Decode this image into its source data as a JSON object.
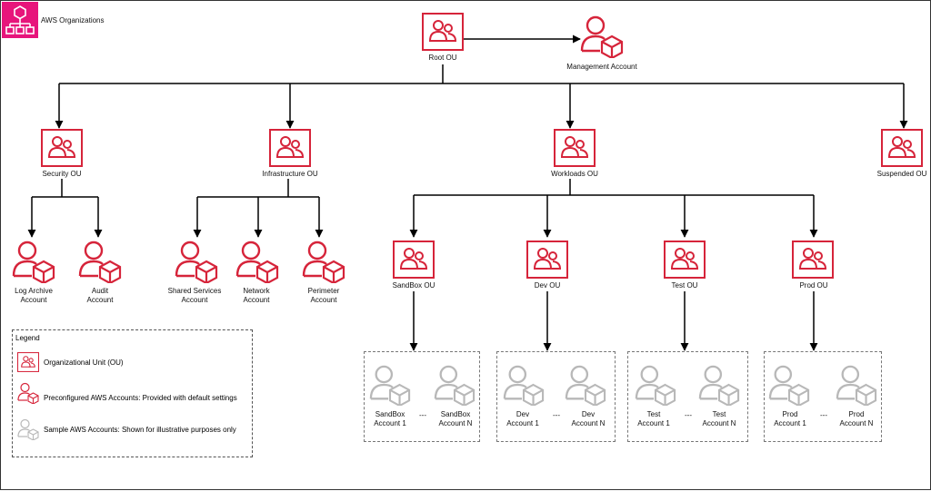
{
  "header": {
    "service_label": "AWS Organizations"
  },
  "colors": {
    "ou_red": "#d6243a",
    "sample_gray": "#b8b8b8",
    "brand_pink": "#e7157b"
  },
  "nodes": {
    "root": "Root OU",
    "management": "Management Account",
    "security": "Security OU",
    "infrastructure": "Infrastructure OU",
    "workloads": "Workloads OU",
    "suspended": "Suspended OU",
    "log_archive": [
      "Log Archive",
      "Account"
    ],
    "audit": [
      "Audit",
      "Account"
    ],
    "shared_services": [
      "Shared Services",
      "Account"
    ],
    "network": [
      "Network",
      "Account"
    ],
    "perimeter": [
      "Perimeter",
      "Account"
    ],
    "sandbox_ou": "SandBox OU",
    "dev_ou": "Dev OU",
    "test_ou": "Test OU",
    "prod_ou": "Prod OU"
  },
  "samples": {
    "sandbox": {
      "first": [
        "SandBox",
        "Account 1"
      ],
      "sep": "---",
      "last": [
        "SandBox",
        "Account N"
      ]
    },
    "dev": {
      "first": [
        "Dev",
        "Account 1"
      ],
      "sep": "---",
      "last": [
        "Dev",
        "Account N"
      ]
    },
    "test": {
      "first": [
        "Test",
        "Account 1"
      ],
      "sep": "---",
      "last": [
        "Test",
        "Account N"
      ]
    },
    "prod": {
      "first": [
        "Prod",
        "Account 1"
      ],
      "sep": "---",
      "last": [
        "Prod",
        "Account N"
      ]
    }
  },
  "legend": {
    "title": "Legend",
    "ou": "Organizational Unit (OU)",
    "preconfigured": "Preconfigured AWS Accounts: Provided with default settings",
    "sample": "Sample AWS Accounts: Shown for illustrative purposes only"
  }
}
